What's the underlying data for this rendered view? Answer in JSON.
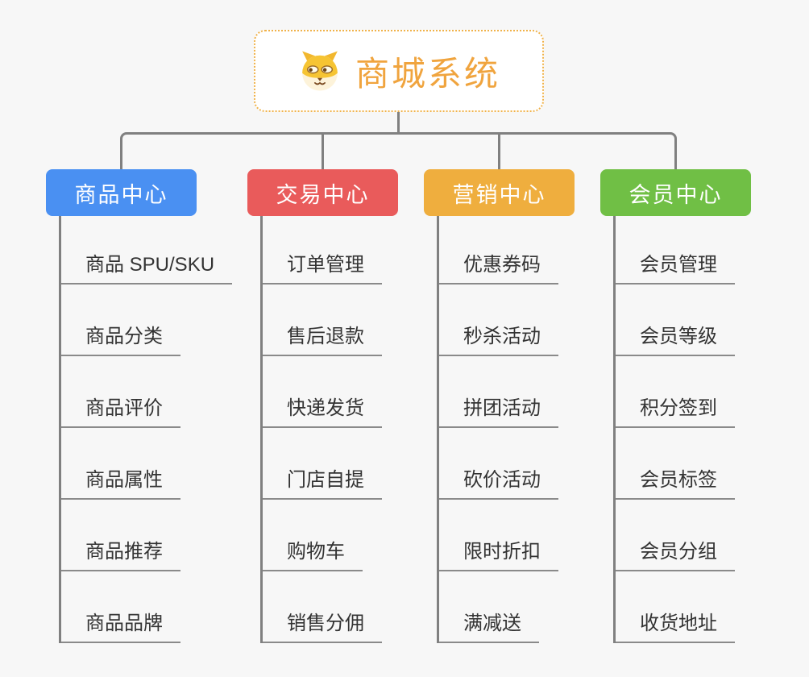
{
  "root": {
    "title": "商城系统",
    "icon": "shiba-dog-face",
    "accent_color": "#f0a43e",
    "border_color": "#f0b24a"
  },
  "connector_color": "#808080",
  "underline_color": "#8a8a8a",
  "item_text_color": "#333333",
  "background_color": "#f7f7f7",
  "branches": [
    {
      "label": "商品中心",
      "color": "#4a90f2",
      "items": [
        "商品 SPU/SKU",
        "商品分类",
        "商品评价",
        "商品属性",
        "商品推荐",
        "商品品牌"
      ]
    },
    {
      "label": "交易中心",
      "color": "#e95b5b",
      "items": [
        "订单管理",
        "售后退款",
        "快递发货",
        "门店自提",
        "购物车",
        "销售分佣"
      ]
    },
    {
      "label": "营销中心",
      "color": "#efae3e",
      "items": [
        "优惠券码",
        "秒杀活动",
        "拼团活动",
        "砍价活动",
        "限时折扣",
        "满减送"
      ]
    },
    {
      "label": "会员中心",
      "color": "#70bf45",
      "items": [
        "会员管理",
        "会员等级",
        "积分签到",
        "会员标签",
        "会员分组",
        "收货地址"
      ]
    }
  ]
}
